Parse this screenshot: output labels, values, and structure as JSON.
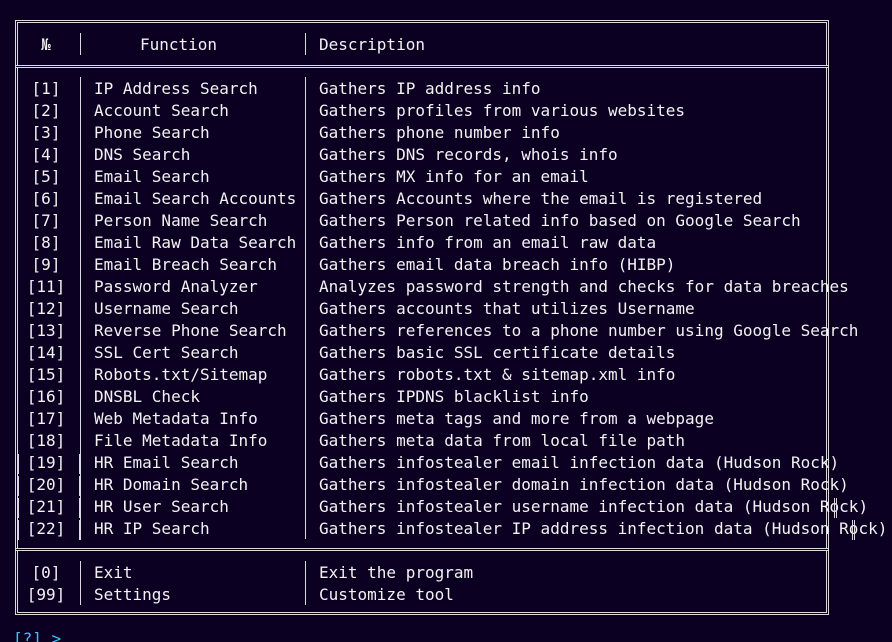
{
  "table": {
    "header": {
      "num": "№",
      "function": "Function",
      "description": "Description"
    },
    "rows": [
      {
        "num": "[1]",
        "function": "IP Address Search",
        "description": "Gathers IP address info"
      },
      {
        "num": "[2]",
        "function": "Account Search",
        "description": "Gathers profiles from various websites"
      },
      {
        "num": "[3]",
        "function": "Phone Search",
        "description": "Gathers phone number info"
      },
      {
        "num": "[4]",
        "function": "DNS Search",
        "description": "Gathers DNS records, whois info"
      },
      {
        "num": "[5]",
        "function": "Email Search",
        "description": "Gathers MX info for an email"
      },
      {
        "num": "[6]",
        "function": "Email Search Accounts",
        "description": "Gathers Accounts where the email is registered"
      },
      {
        "num": "[7]",
        "function": "Person Name Search",
        "description": "Gathers Person related info based on Google Search"
      },
      {
        "num": "[8]",
        "function": "Email Raw Data Search",
        "description": "Gathers info from an email raw data"
      },
      {
        "num": "[9]",
        "function": "Email Breach Search",
        "description": "Gathers email data breach info (HIBP)"
      },
      {
        "num": "[11]",
        "function": "Password Analyzer",
        "description": "Analyzes password strength and checks for data breaches"
      },
      {
        "num": "[12]",
        "function": "Username Search",
        "description": "Gathers accounts that utilizes Username"
      },
      {
        "num": "[13]",
        "function": "Reverse Phone Search",
        "description": "Gathers references to a phone number using Google Search"
      },
      {
        "num": "[14]",
        "function": "SSL Cert Search",
        "description": "Gathers basic SSL certificate details"
      },
      {
        "num": "[15]",
        "function": "Robots.txt/Sitemap",
        "description": "Gathers robots.txt & sitemap.xml info"
      },
      {
        "num": "[16]",
        "function": "DNSBL Check",
        "description": "Gathers IPDNS blacklist info"
      },
      {
        "num": "[17]",
        "function": "Web Metadata Info",
        "description": "Gathers meta tags and more from a webpage"
      },
      {
        "num": "[18]",
        "function": "File Metadata Info",
        "description": "Gathers meta data from local file path"
      },
      {
        "num": "[19]",
        "function": "HR Email Search",
        "description": "Gathers infostealer email infection data (Hudson Rock)"
      },
      {
        "num": "[20]",
        "function": "HR Domain Search",
        "description": "Gathers infostealer domain infection data (Hudson Rock)"
      },
      {
        "num": "[21]",
        "function": "HR User Search",
        "description": "Gathers infostealer username infection data (Hudson Rock)"
      },
      {
        "num": "[22]",
        "function": "HR IP Search",
        "description": "Gathers infostealer IP address infection data (Hudson Rock)"
      }
    ],
    "footer_rows": [
      {
        "num": "[0]",
        "function": "Exit",
        "description": "Exit the program"
      },
      {
        "num": "[99]",
        "function": "Settings",
        "description": "Customize tool"
      }
    ]
  },
  "prompt": "[?] >"
}
